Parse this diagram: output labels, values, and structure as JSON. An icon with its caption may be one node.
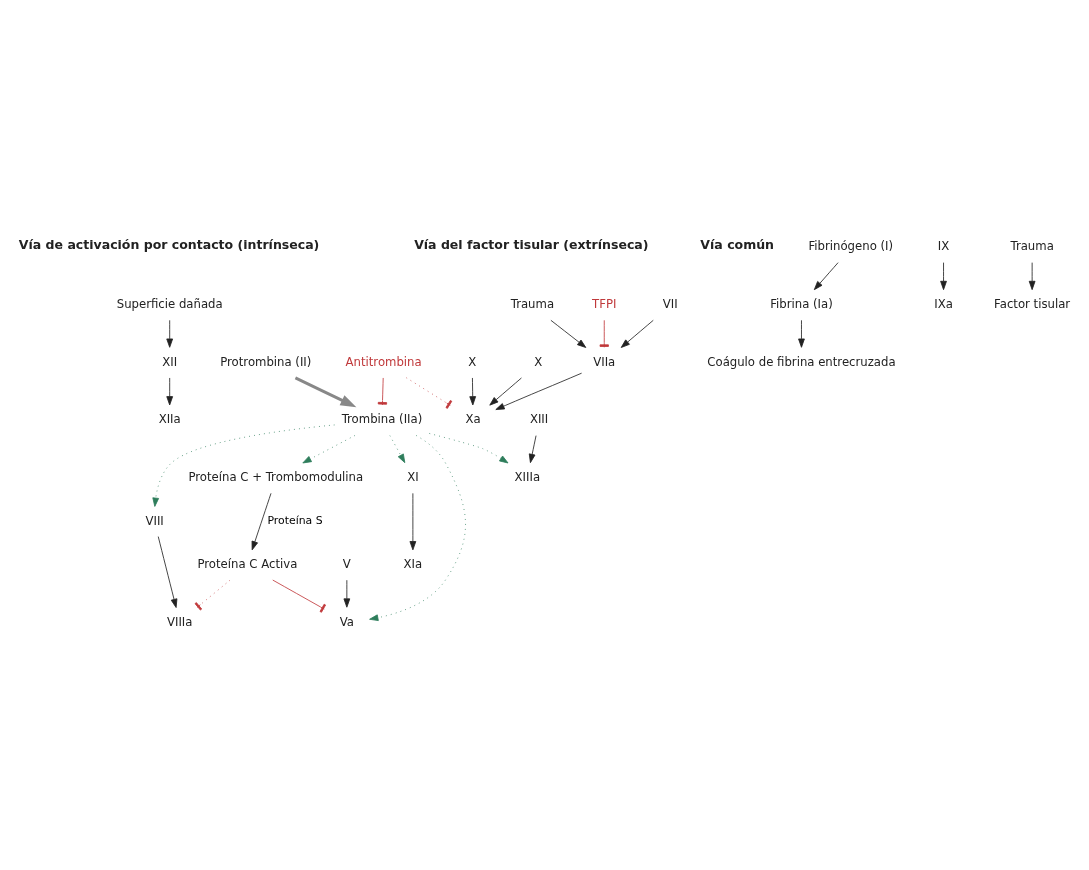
{
  "diagram": {
    "nodes": [
      {
        "text": [
          "Superficie dañada"
        ]
      },
      {
        "text": [
          "XII"
        ]
      },
      {
        "text": [
          "XIIa"
        ]
      },
      {
        "text": [
          "XI"
        ]
      },
      {
        "text": [
          "XIa"
        ]
      },
      {
        "text": [
          "IX"
        ]
      },
      {
        "text": [
          "IXa"
        ]
      },
      {
        "text": [
          "VIIIa"
        ]
      },
      {
        "text": [
          "VIII"
        ]
      },
      {
        "text": [
          "Trauma"
        ]
      },
      {
        "text": [
          "TFPI"
        ]
      },
      {
        "text": [
          "VIIa"
        ]
      },
      {
        "text": [
          "VII"
        ]
      },
      {
        "text": [
          "Factor tisular"
        ]
      },
      {
        "text": [
          "Trauma"
        ]
      },
      {
        "text": [
          "Antitrombina"
        ]
      },
      {
        "text": [
          "X"
        ]
      },
      {
        "text": [
          "X"
        ]
      },
      {
        "text": [
          "Xa"
        ]
      },
      {
        "text": [
          "Protrombina (II)"
        ]
      },
      {
        "text": [
          "Trombina (IIa)"
        ]
      },
      {
        "text": [
          "Va"
        ]
      },
      {
        "text": [
          "V"
        ]
      },
      {
        "text": [
          "Fibrinógeno (I)"
        ]
      },
      {
        "text": [
          "Fibrina (Ia)"
        ]
      },
      {
        "text": [
          "XIIIa"
        ]
      },
      {
        "text": [
          "XIII"
        ]
      },
      {
        "text": [
          "Proteína C Activa"
        ]
      },
      {
        "text": [
          "Proteína C + Trombomodulina"
        ]
      },
      {
        "text": [
          "Coágulo de fibrina entrecruzada"
        ]
      }
    ],
    "edges": [
      {
        "from": 0,
        "to": 1,
        "arrow": "to"
      },
      {
        "from": 1,
        "to": 2,
        "arrow": "to"
      },
      {
        "from": 3,
        "to": 4,
        "arrow": "to"
      },
      {
        "from": 5,
        "to": 6,
        "arrow": "to"
      },
      {
        "from": 8,
        "to": 7,
        "arrow": "to"
      },
      {
        "from": 9,
        "to": 11,
        "arrow": "to"
      },
      {
        "from": 10,
        "to": 11,
        "arrow": "other",
        "color": "#c0393b"
      },
      {
        "from": 12,
        "to": 11,
        "arrow": "to"
      },
      {
        "from": 14,
        "to": 13,
        "arrow": "to"
      },
      {
        "from": 11,
        "to": 18,
        "arrow": "to"
      },
      {
        "from": 15,
        "to": 18,
        "arrow": "other",
        "style": "dashed",
        "color": "#c0393b"
      },
      {
        "from": 15,
        "to": 20,
        "arrow": "other",
        "color": "#c0393b"
      },
      {
        "from": 16,
        "to": 18,
        "arrow": "to"
      },
      {
        "from": 17,
        "to": 18,
        "arrow": "to"
      },
      {
        "from": 19,
        "to": 20,
        "arrow": "to",
        "style": "thick",
        "color": "#888888"
      },
      {
        "from": 22,
        "to": 21,
        "arrow": "to"
      },
      {
        "from": 23,
        "to": 24,
        "arrow": "to"
      },
      {
        "from": 26,
        "to": 25,
        "arrow": "to"
      },
      {
        "from": 24,
        "to": 29,
        "arrow": "to"
      },
      {
        "from": 28,
        "to": 27,
        "arrow": "to",
        "label": "Proteína S"
      },
      {
        "from": 20,
        "to": 3,
        "arrow": "to",
        "style": "dashed",
        "color": "#2e7d5b"
      },
      {
        "from": 20,
        "to": 8,
        "arrow": "to",
        "style": "dashed",
        "color": "#2e7d5b"
      },
      {
        "from": 20,
        "to": 21,
        "arrow": "to",
        "style": "dashed",
        "color": "#2e7d5b"
      },
      {
        "from": 20,
        "to": 28,
        "arrow": "to",
        "style": "dashed",
        "color": "#2e7d5b"
      },
      {
        "from": 20,
        "to": 25,
        "arrow": "to",
        "style": "dashed",
        "color": "#2e7d5b"
      },
      {
        "from": 27,
        "to": 7,
        "arrow": "other",
        "style": "dashed",
        "color": "#c0393b"
      },
      {
        "from": 27,
        "to": 21,
        "arrow": "other",
        "color": "#c0393b"
      }
    ],
    "labels": [
      "Vía de activación por contacto (intrínseca)",
      "Vía del factor tisular (extrínseca)",
      "Vía común"
    ]
  }
}
